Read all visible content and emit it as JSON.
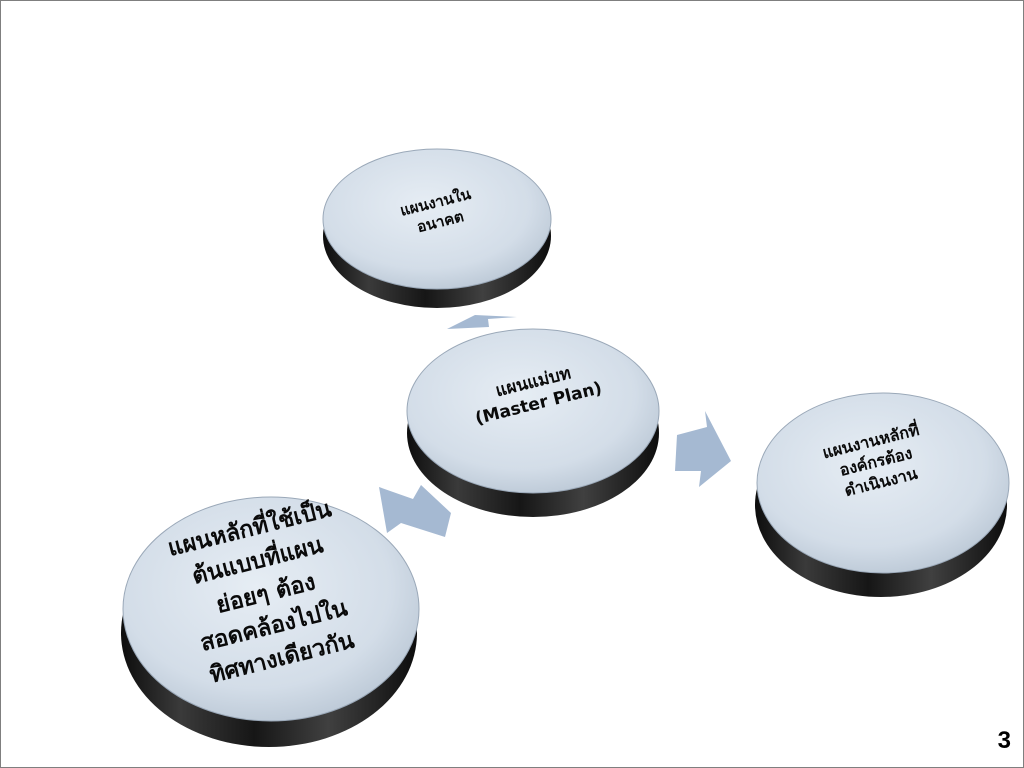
{
  "diagram": {
    "nodes": {
      "top": "แผนงานใน\nอนาคต",
      "center": "แผนแม่บท\n(Master Plan)",
      "right": "แผนงานหลักที่\nองค์กรต้อง\nดำเนินงาน",
      "bottom": "แผนหลักที่ใช้เป็น\nต้นแบบที่แผน\nย่อยๆ ต้อง\nสอดคล้องไปใน\nทิศทางเดียวกัน"
    }
  },
  "colors": {
    "disk_fill": "#d3dde8",
    "disk_side": "#1c1c1c",
    "arrow_fill": "#a5b9d2"
  },
  "slide": {
    "page_number": "3"
  }
}
